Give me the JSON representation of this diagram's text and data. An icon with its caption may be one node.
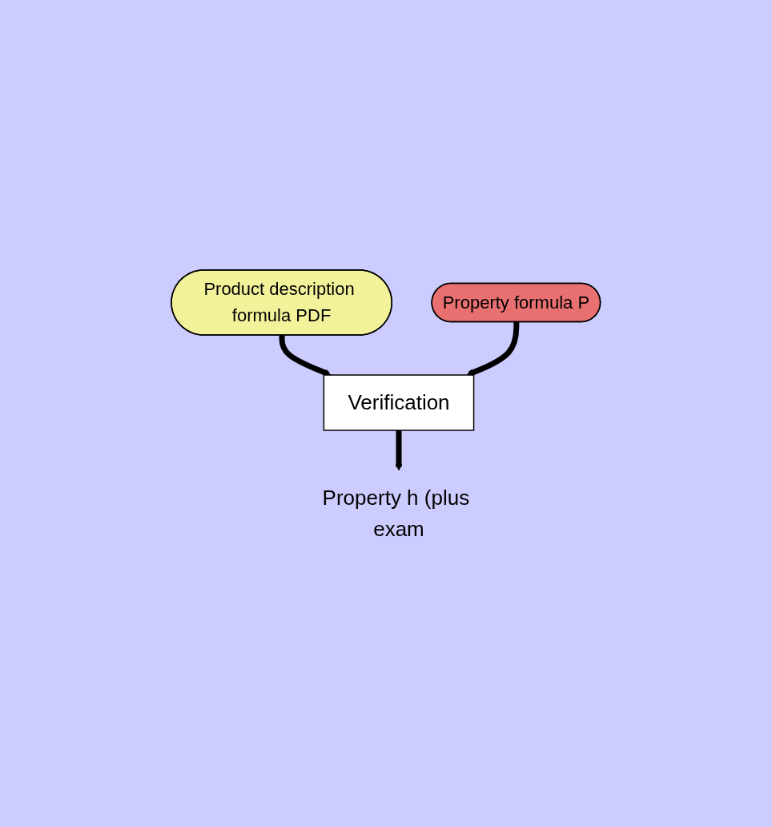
{
  "diagram": {
    "nodes": [
      {
        "text": [
          "Product description formula PDF"
        ]
      },
      {
        "text": [
          "Property formula P"
        ]
      },
      {
        "text": [
          "Verification"
        ]
      },
      {
        "text": [
          "Property h (plus exam"
        ]
      }
    ],
    "edges": [
      {
        "from": 0,
        "to": 2,
        "arrow": "to"
      },
      {
        "from": 1,
        "to": 2,
        "arrow": "to"
      },
      {
        "from": 2,
        "to": 3,
        "arrow": "to"
      }
    ]
  }
}
